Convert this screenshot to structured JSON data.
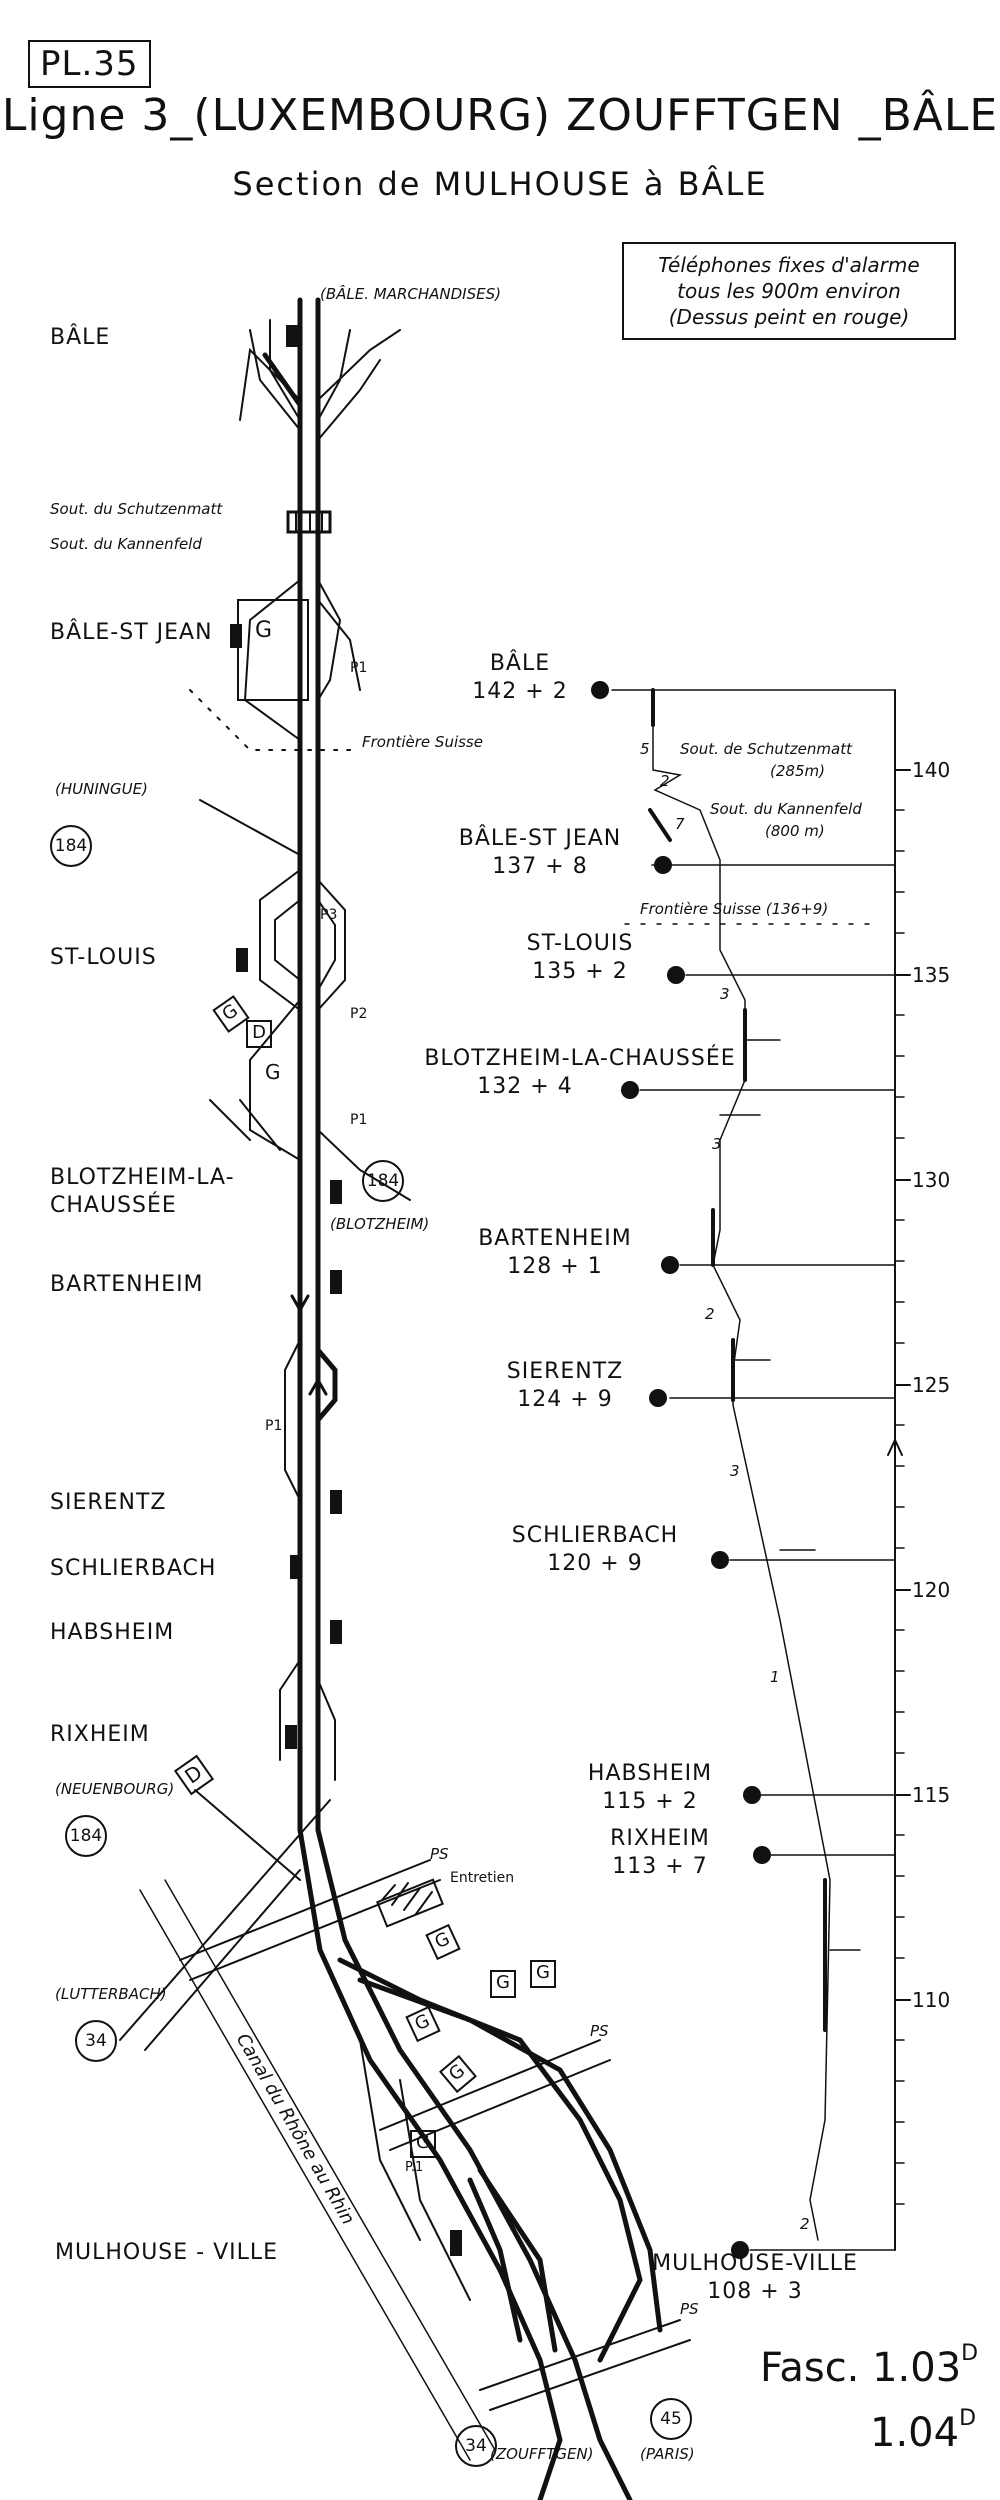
{
  "header": {
    "plate": "PL.35",
    "title": "Ligne 3_(LUXEMBOURG) ZOUFFTGEN _BÂLE",
    "subtitle": "Section de MULHOUSE à BÂLE"
  },
  "alarm_note": {
    "line1": "Téléphones fixes d'alarme",
    "line2": "tous les 900m environ",
    "line3": "(Dessus peint en rouge)"
  },
  "stations_left": {
    "bale": "BÂLE",
    "bale_st_jean": "BÂLE-ST JEAN",
    "st_louis": "ST-LOUIS",
    "blotzheim_1": "BLOTZHEIM-LA-",
    "blotzheim_2": "CHAUSSÉE",
    "bartenheim": "BARTENHEIM",
    "sierentz": "SIERENTZ",
    "schlierbach": "SCHLIERBACH",
    "habsheim": "HABSHEIM",
    "rixheim": "RIXHEIM",
    "mulhouse_ville": "MULHOUSE - VILLE"
  },
  "map_labels": {
    "bale_marchandises": "(BÂLE. MARCHANDISES)",
    "sout_schutzenmatt": "Sout. du Schutzenmatt",
    "sout_kannenfeld": "Sout. du Kannenfeld",
    "frontiere": "Frontière Suisse",
    "huningue": "(HUNINGUE)",
    "blotzheim_branch": "(BLOTZHEIM)",
    "neuenbourg": "(NEUENBOURG)",
    "lutterbach": "(LUTTERBACH)",
    "zoufftgen": "(ZOUFFTGEN)",
    "paris": "(PARIS)",
    "canal": "Canal du Rhône au Rhin",
    "entretien": "Entretien",
    "ps": "PS",
    "p1": "P1",
    "p2": "P2",
    "p3": "P3",
    "p1_dot": "P.1",
    "g": "G",
    "d": "D",
    "line_184": "184",
    "line_34": "34",
    "line_45": "45"
  },
  "profile": {
    "stations": [
      {
        "name": "BÂLE",
        "pk": "142 + 2"
      },
      {
        "name": "BÂLE-ST JEAN",
        "pk": "137 + 8"
      },
      {
        "name": "ST-LOUIS",
        "pk": "135 + 2"
      },
      {
        "name": "BLOTZHEIM-LA-CHAUSSÉE",
        "pk": "132 + 4"
      },
      {
        "name": "BARTENHEIM",
        "pk": "128 + 1"
      },
      {
        "name": "SIERENTZ",
        "pk": "124 + 9"
      },
      {
        "name": "SCHLIERBACH",
        "pk": "120 + 9"
      },
      {
        "name": "HABSHEIM",
        "pk": "115 + 2"
      },
      {
        "name": "RIXHEIM",
        "pk": "113 + 7"
      },
      {
        "name": "MULHOUSE-VILLE",
        "pk": "108 + 3"
      }
    ],
    "tunnel_1": "Sout. de Schutzenmatt",
    "tunnel_1_len": "(285m)",
    "tunnel_2": "Sout. du Kannenfeld",
    "tunnel_2_len": "(800 m)",
    "frontier": "Frontière   Suisse (136+9)",
    "scale_ticks": [
      "140",
      "135",
      "130",
      "125",
      "120",
      "115",
      "110"
    ],
    "gradients": [
      "5",
      "2",
      "7",
      "3",
      "3",
      "2",
      "3",
      "1",
      "2"
    ]
  },
  "footer": {
    "fasc_1": "Fasc. 1.03",
    "fasc_1_sup": "D",
    "fasc_2": "1.04",
    "fasc_2_sup": "D"
  }
}
